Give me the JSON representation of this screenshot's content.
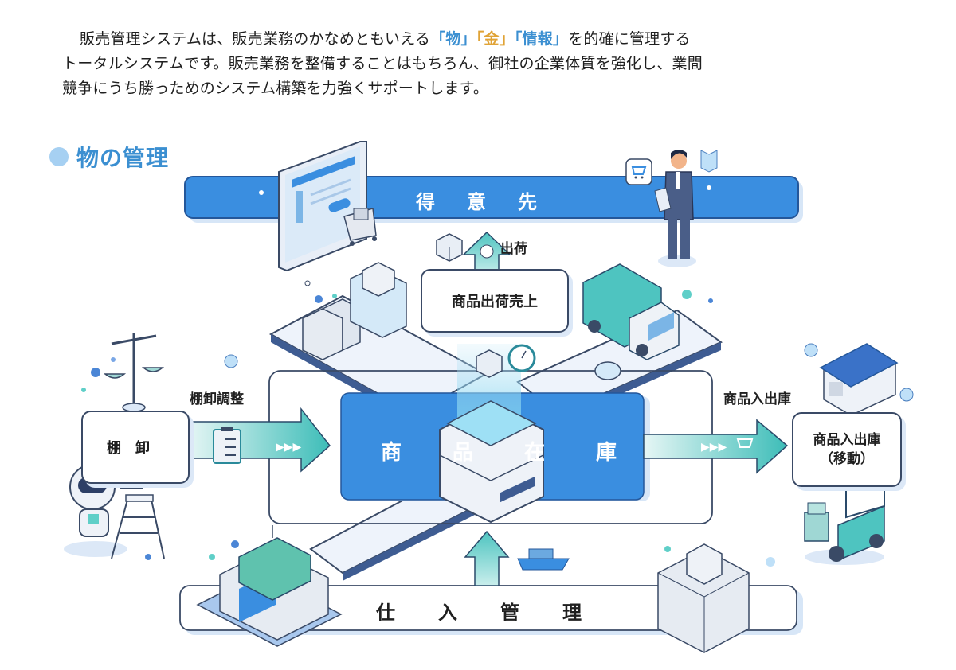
{
  "intro": {
    "line1_pre": "販売管理システムは、販売業務のかなめともいえる",
    "kw1": "「物」",
    "kw2": "「金」",
    "kw3": "「情報」",
    "line1_post": "を的確に管理する",
    "line2": "トータルシステムです。販売業務を整備することはもちろん、御社の企業体質を強化し、業間",
    "line3": "競争にうち勝っためのシステム構築を力強くサポートします。"
  },
  "section": {
    "title": "物の管理"
  },
  "nodes": {
    "customer": "得意先",
    "shipping_sales": "商品出荷売上",
    "inventory": "商品在庫",
    "stocktake": "棚卸",
    "transfer_line1": "商品入出庫",
    "transfer_line2": "（移動）",
    "purchasing": "仕入管理"
  },
  "flows": {
    "ship": "出荷",
    "stocktake_adjust": "棚卸調整",
    "in_out": "商品入出庫"
  },
  "icons": [
    "tablet-icon",
    "shopping-cart-icon",
    "businessman-icon",
    "box-icon",
    "handshake-icon",
    "truck-icon",
    "conveyor-icon",
    "clock-icon",
    "coin-icon",
    "server-icon",
    "scale-icon",
    "clipboard-icon",
    "robot-icon",
    "ladder-icon",
    "warehouse-icon",
    "forklift-icon",
    "container-icon",
    "ship-icon",
    "box-stack-icon"
  ],
  "colors": {
    "primary_blue": "#3a8ee0",
    "teal": "#4ec4c0",
    "outline": "#3a4a66",
    "accent_light": "#a6d0f2",
    "gold": "#e0a336"
  }
}
